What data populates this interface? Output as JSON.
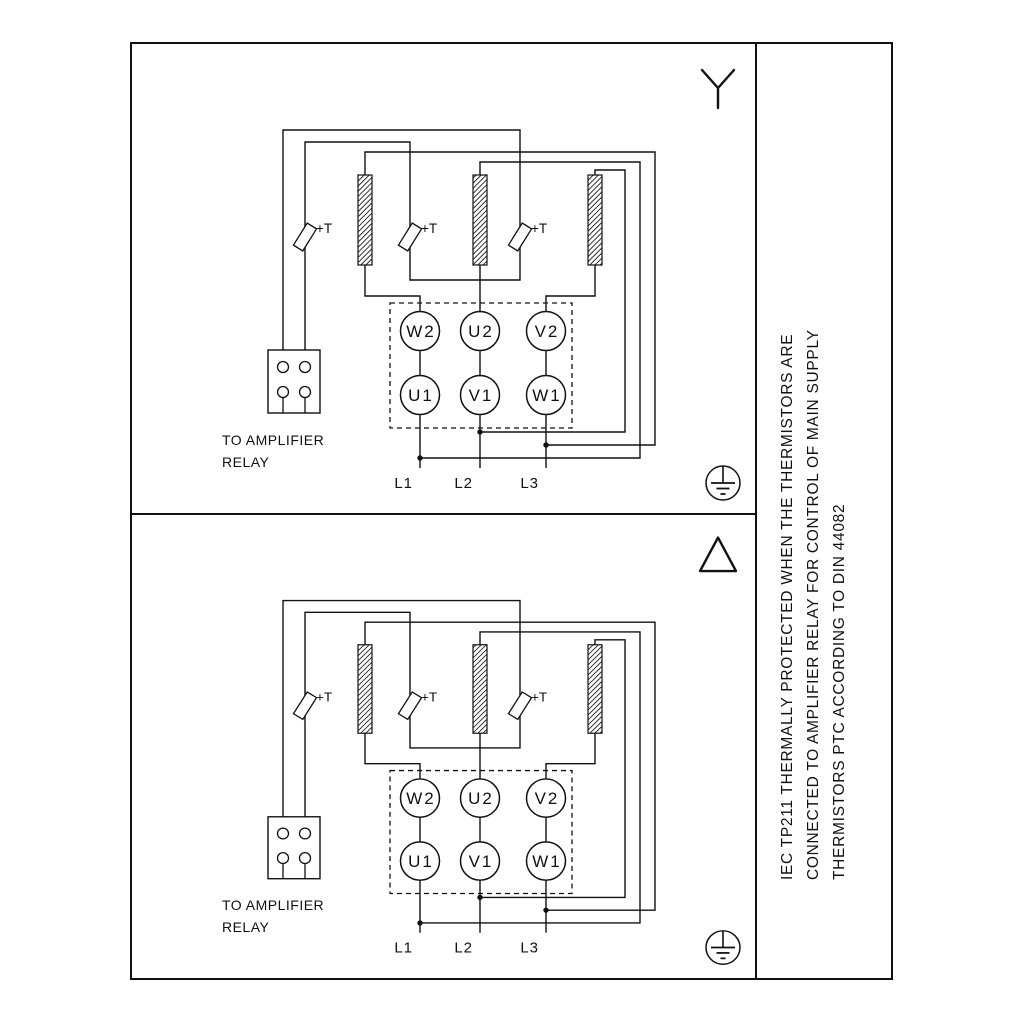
{
  "panel": {
    "relay_label_line1": "TO AMPLIFIER",
    "relay_label_line2": "RELAY",
    "thermistor_label": "+T",
    "terminals_top": [
      "W2",
      "U2",
      "V2"
    ],
    "terminals_bottom": [
      "U1",
      "V1",
      "W1"
    ],
    "supply_labels": [
      "L1",
      "L2",
      "L3"
    ]
  },
  "side_note": {
    "line1": "IEC TP211 THERMALLY PROTECTED WHEN THE THERMISTORS ARE",
    "line2": "CONNECTED TO AMPLIFIER RELAY FOR CONTROL OF MAIN SUPPLY",
    "line3": "THERMISTORS PTC ACCORDING TO DIN 44082"
  },
  "colors": {
    "line": "#111111",
    "background": "#ffffff"
  }
}
